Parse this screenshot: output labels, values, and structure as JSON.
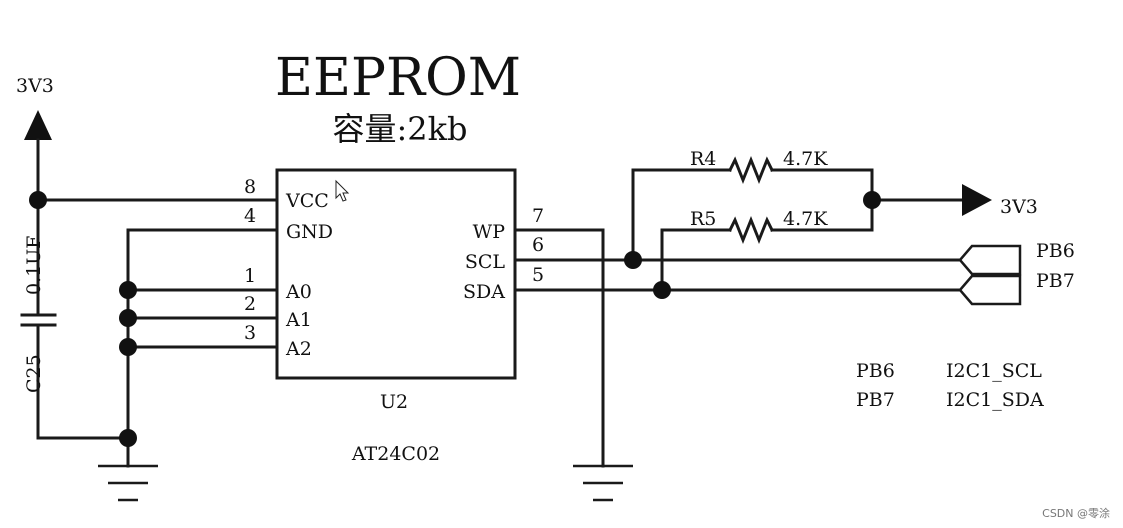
{
  "title": "EEPROM",
  "subtitle": "容量:2kb",
  "chip": {
    "ref": "U2",
    "part": "AT24C02",
    "left_pins": [
      {
        "num": "8",
        "name": "VCC"
      },
      {
        "num": "4",
        "name": "GND"
      },
      {
        "num": "1",
        "name": "A0"
      },
      {
        "num": "2",
        "name": "A1"
      },
      {
        "num": "3",
        "name": "A2"
      }
    ],
    "right_pins": [
      {
        "num": "7",
        "name": "WP"
      },
      {
        "num": "6",
        "name": "SCL"
      },
      {
        "num": "5",
        "name": "SDA"
      }
    ]
  },
  "power": {
    "left": "3V3",
    "right": "3V3"
  },
  "capacitor": {
    "ref": "C25",
    "value": "0.1UF"
  },
  "resistors": [
    {
      "ref": "R4",
      "value": "4.7K"
    },
    {
      "ref": "R5",
      "value": "4.7K"
    }
  ],
  "net_ports": [
    "PB6",
    "PB7"
  ],
  "mapping": [
    {
      "pin": "PB6",
      "func": "I2C1_SCL"
    },
    {
      "pin": "PB7",
      "func": "I2C1_SDA"
    }
  ],
  "watermark": "CSDN @零涂"
}
